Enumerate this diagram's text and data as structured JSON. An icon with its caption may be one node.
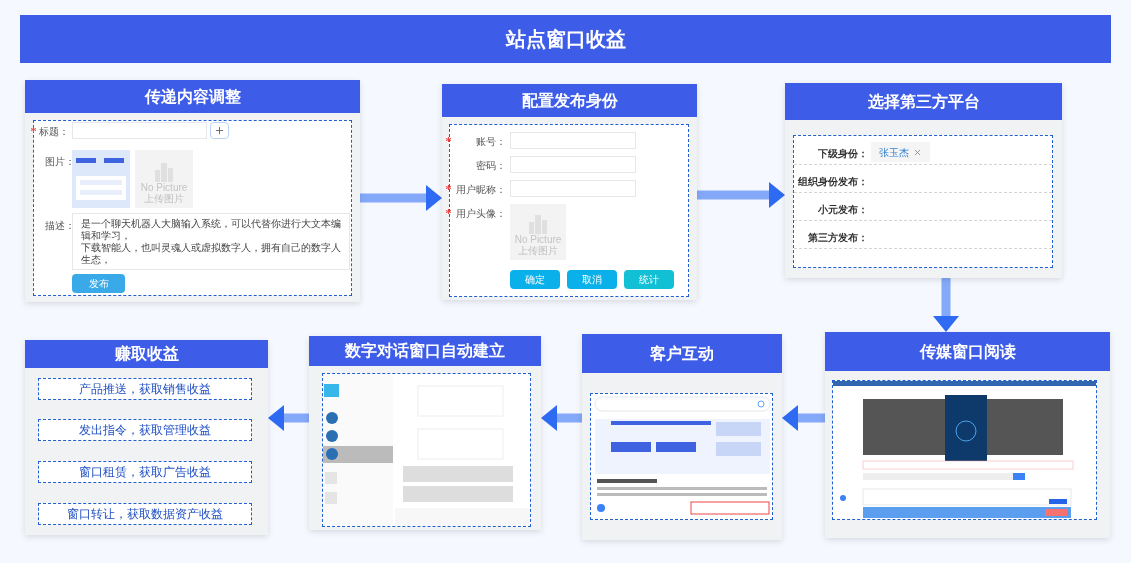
{
  "diagram": {
    "title": "站点窗口收益",
    "nodes": [
      {
        "text": [
          "传递内容调整",
          "标题：",
          "图片：",
          "No Picture",
          "上传图片",
          "描述：",
          "是一个聊天机器人大脑输入系统，可以代替你进行大文本编辑和学习，",
          "下载智能人，也叫灵魂人或虚拟数字人，拥有自己的数字人生态，",
          "发布"
        ]
      },
      {
        "text": [
          "配置发布身份",
          "账号：",
          "密码：",
          "用户昵称：",
          "用户头像：",
          "No Picture",
          "上传图片",
          "确定",
          "取消",
          "统计"
        ]
      },
      {
        "text": [
          "选择第三方平台",
          "下级身份：",
          "张玉杰",
          "组织身份发布：",
          "小元发布：",
          "第三方发布："
        ]
      },
      {
        "text": [
          "传媒窗口阅读"
        ]
      },
      {
        "text": [
          "客户互动"
        ]
      },
      {
        "text": [
          "数字对话窗口自动建立"
        ]
      },
      {
        "text": [
          "赚取收益"
        ]
      },
      {
        "text": [
          "产品推送，获取销售收益"
        ],
        "in": 6
      },
      {
        "text": [
          "发出指令，获取管理收益"
        ],
        "in": 6
      },
      {
        "text": [
          "窗口租赁，获取广告收益"
        ],
        "in": 6
      },
      {
        "text": [
          "窗口转让，获取数据资产收益"
        ],
        "in": 6
      }
    ],
    "edges": [
      {
        "from": 0,
        "to": 1,
        "arrow": "to"
      },
      {
        "from": 1,
        "to": 2,
        "arrow": "to"
      },
      {
        "from": 2,
        "to": 3,
        "arrow": "to"
      },
      {
        "from": 3,
        "to": 4,
        "arrow": "to"
      },
      {
        "from": 4,
        "to": 5,
        "arrow": "to"
      },
      {
        "from": 5,
        "to": 6,
        "arrow": "to"
      }
    ]
  }
}
